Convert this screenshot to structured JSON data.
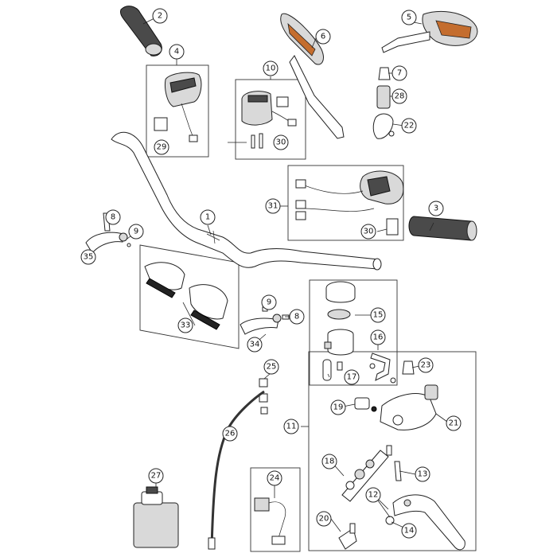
{
  "callouts": [
    "1",
    "2",
    "3",
    "4",
    "5",
    "6",
    "7",
    "8",
    "9",
    "10",
    "11",
    "12",
    "13",
    "14",
    "15",
    "16",
    "17",
    "18",
    "19",
    "20",
    "21",
    "22",
    "23",
    "24",
    "25",
    "26",
    "27",
    "28",
    "29",
    "30",
    "31",
    "33",
    "34",
    "35"
  ]
}
